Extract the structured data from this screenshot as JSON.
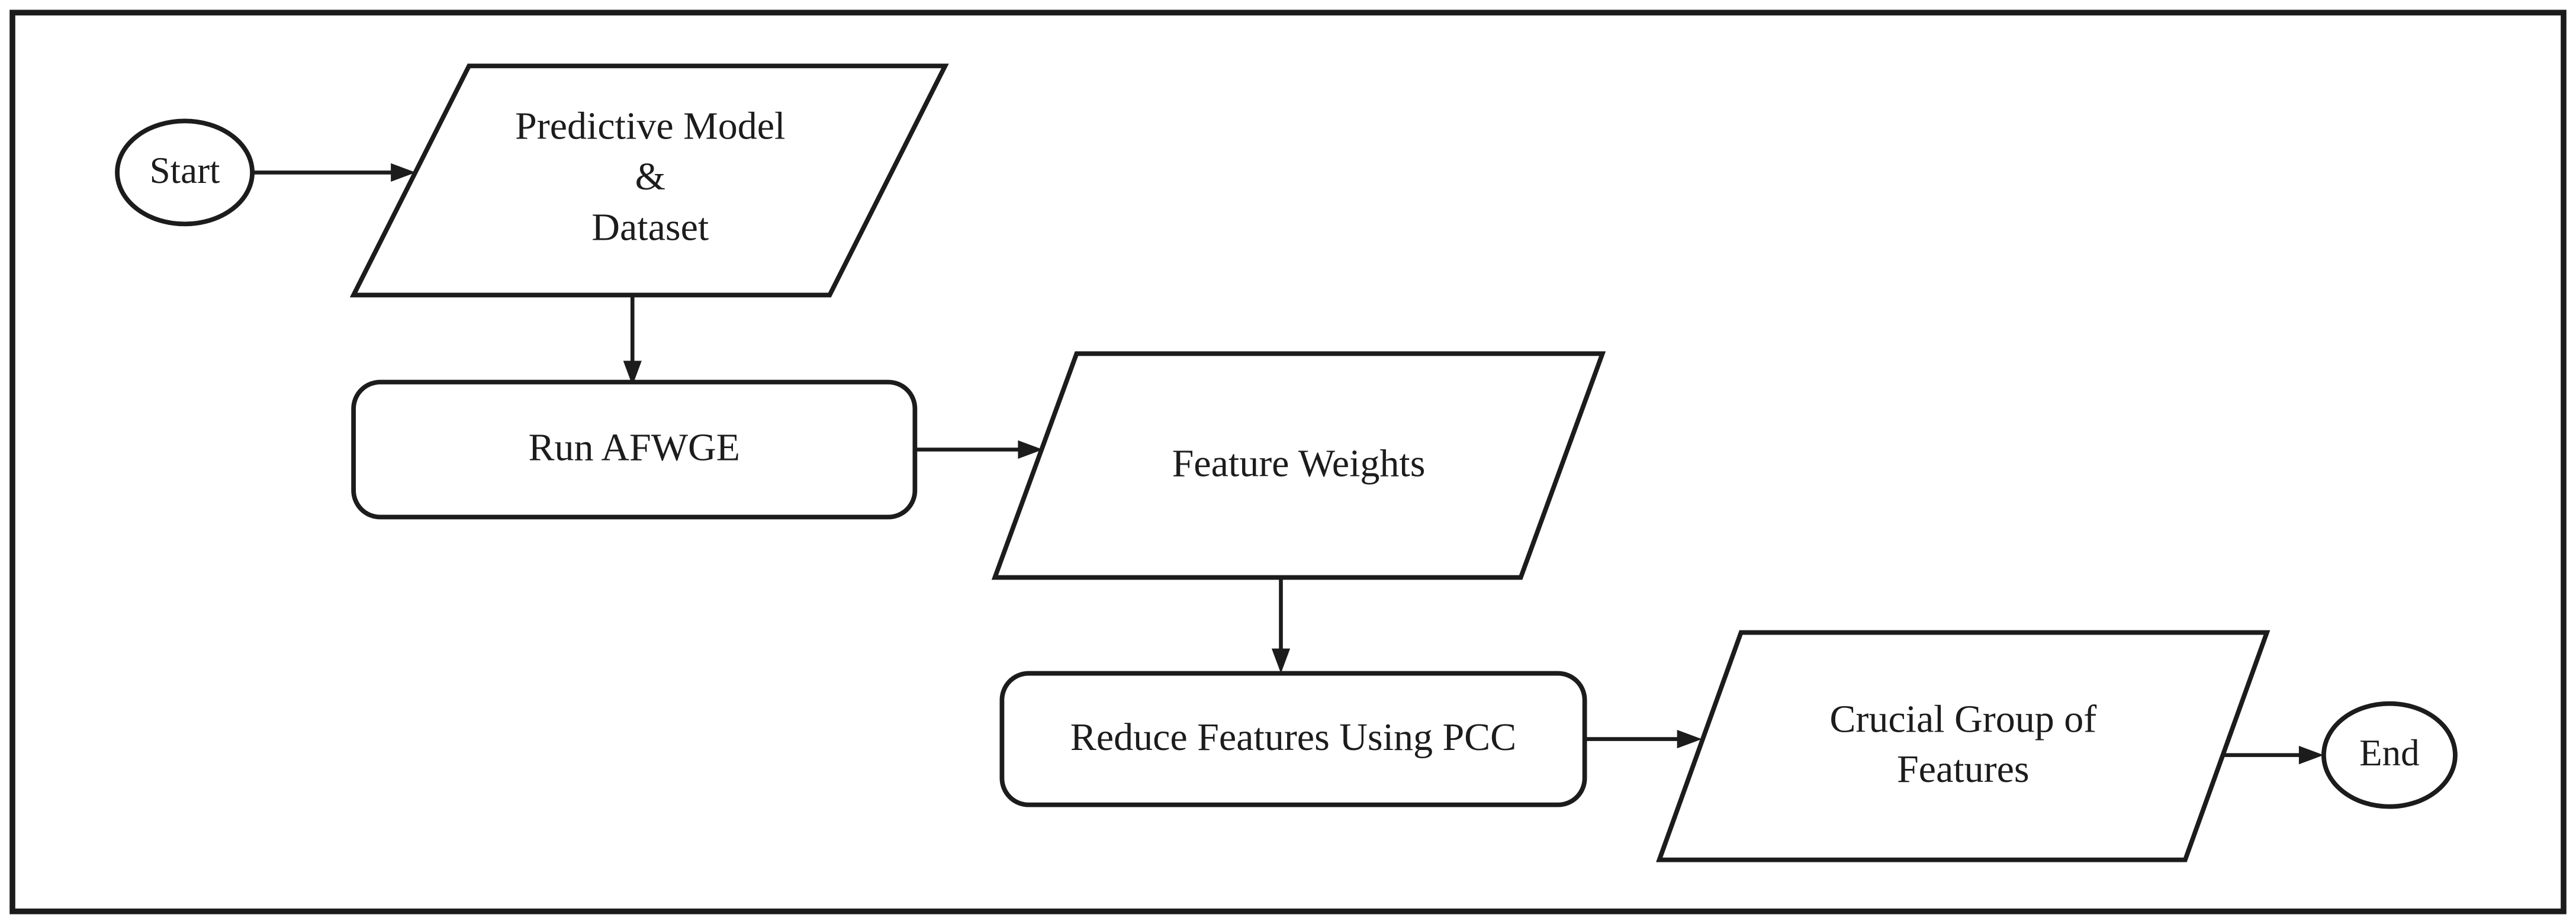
{
  "figure": {
    "background": "#ffffff",
    "stroke_color": "#1c1c1c",
    "text_color": "#1c1c1c"
  },
  "diagram": {
    "type": "flowchart",
    "nodes": [
      {
        "id": "start",
        "shape": "ellipse",
        "role": "terminator",
        "label": "Start"
      },
      {
        "id": "predictive-model-dataset",
        "shape": "parallelogram",
        "role": "input-output",
        "lines": [
          "Predictive Model",
          "&",
          "Dataset"
        ]
      },
      {
        "id": "run-afwge",
        "shape": "rounded-rectangle",
        "role": "process",
        "label": "Run AFWGE"
      },
      {
        "id": "feature-weights",
        "shape": "parallelogram",
        "role": "input-output",
        "label": "Feature Weights"
      },
      {
        "id": "reduce-features-pcc",
        "shape": "rounded-rectangle",
        "role": "process",
        "label": "Reduce Features Using PCC"
      },
      {
        "id": "crucial-group-features",
        "shape": "parallelogram",
        "role": "input-output",
        "lines": [
          "Crucial Group of",
          "Features"
        ]
      },
      {
        "id": "end",
        "shape": "ellipse",
        "role": "terminator",
        "label": "End"
      }
    ],
    "edges": [
      {
        "from": "start",
        "to": "predictive-model-dataset"
      },
      {
        "from": "predictive-model-dataset",
        "to": "run-afwge"
      },
      {
        "from": "run-afwge",
        "to": "feature-weights"
      },
      {
        "from": "feature-weights",
        "to": "reduce-features-pcc"
      },
      {
        "from": "reduce-features-pcc",
        "to": "crucial-group-features"
      },
      {
        "from": "crucial-group-features",
        "to": "end"
      }
    ]
  }
}
